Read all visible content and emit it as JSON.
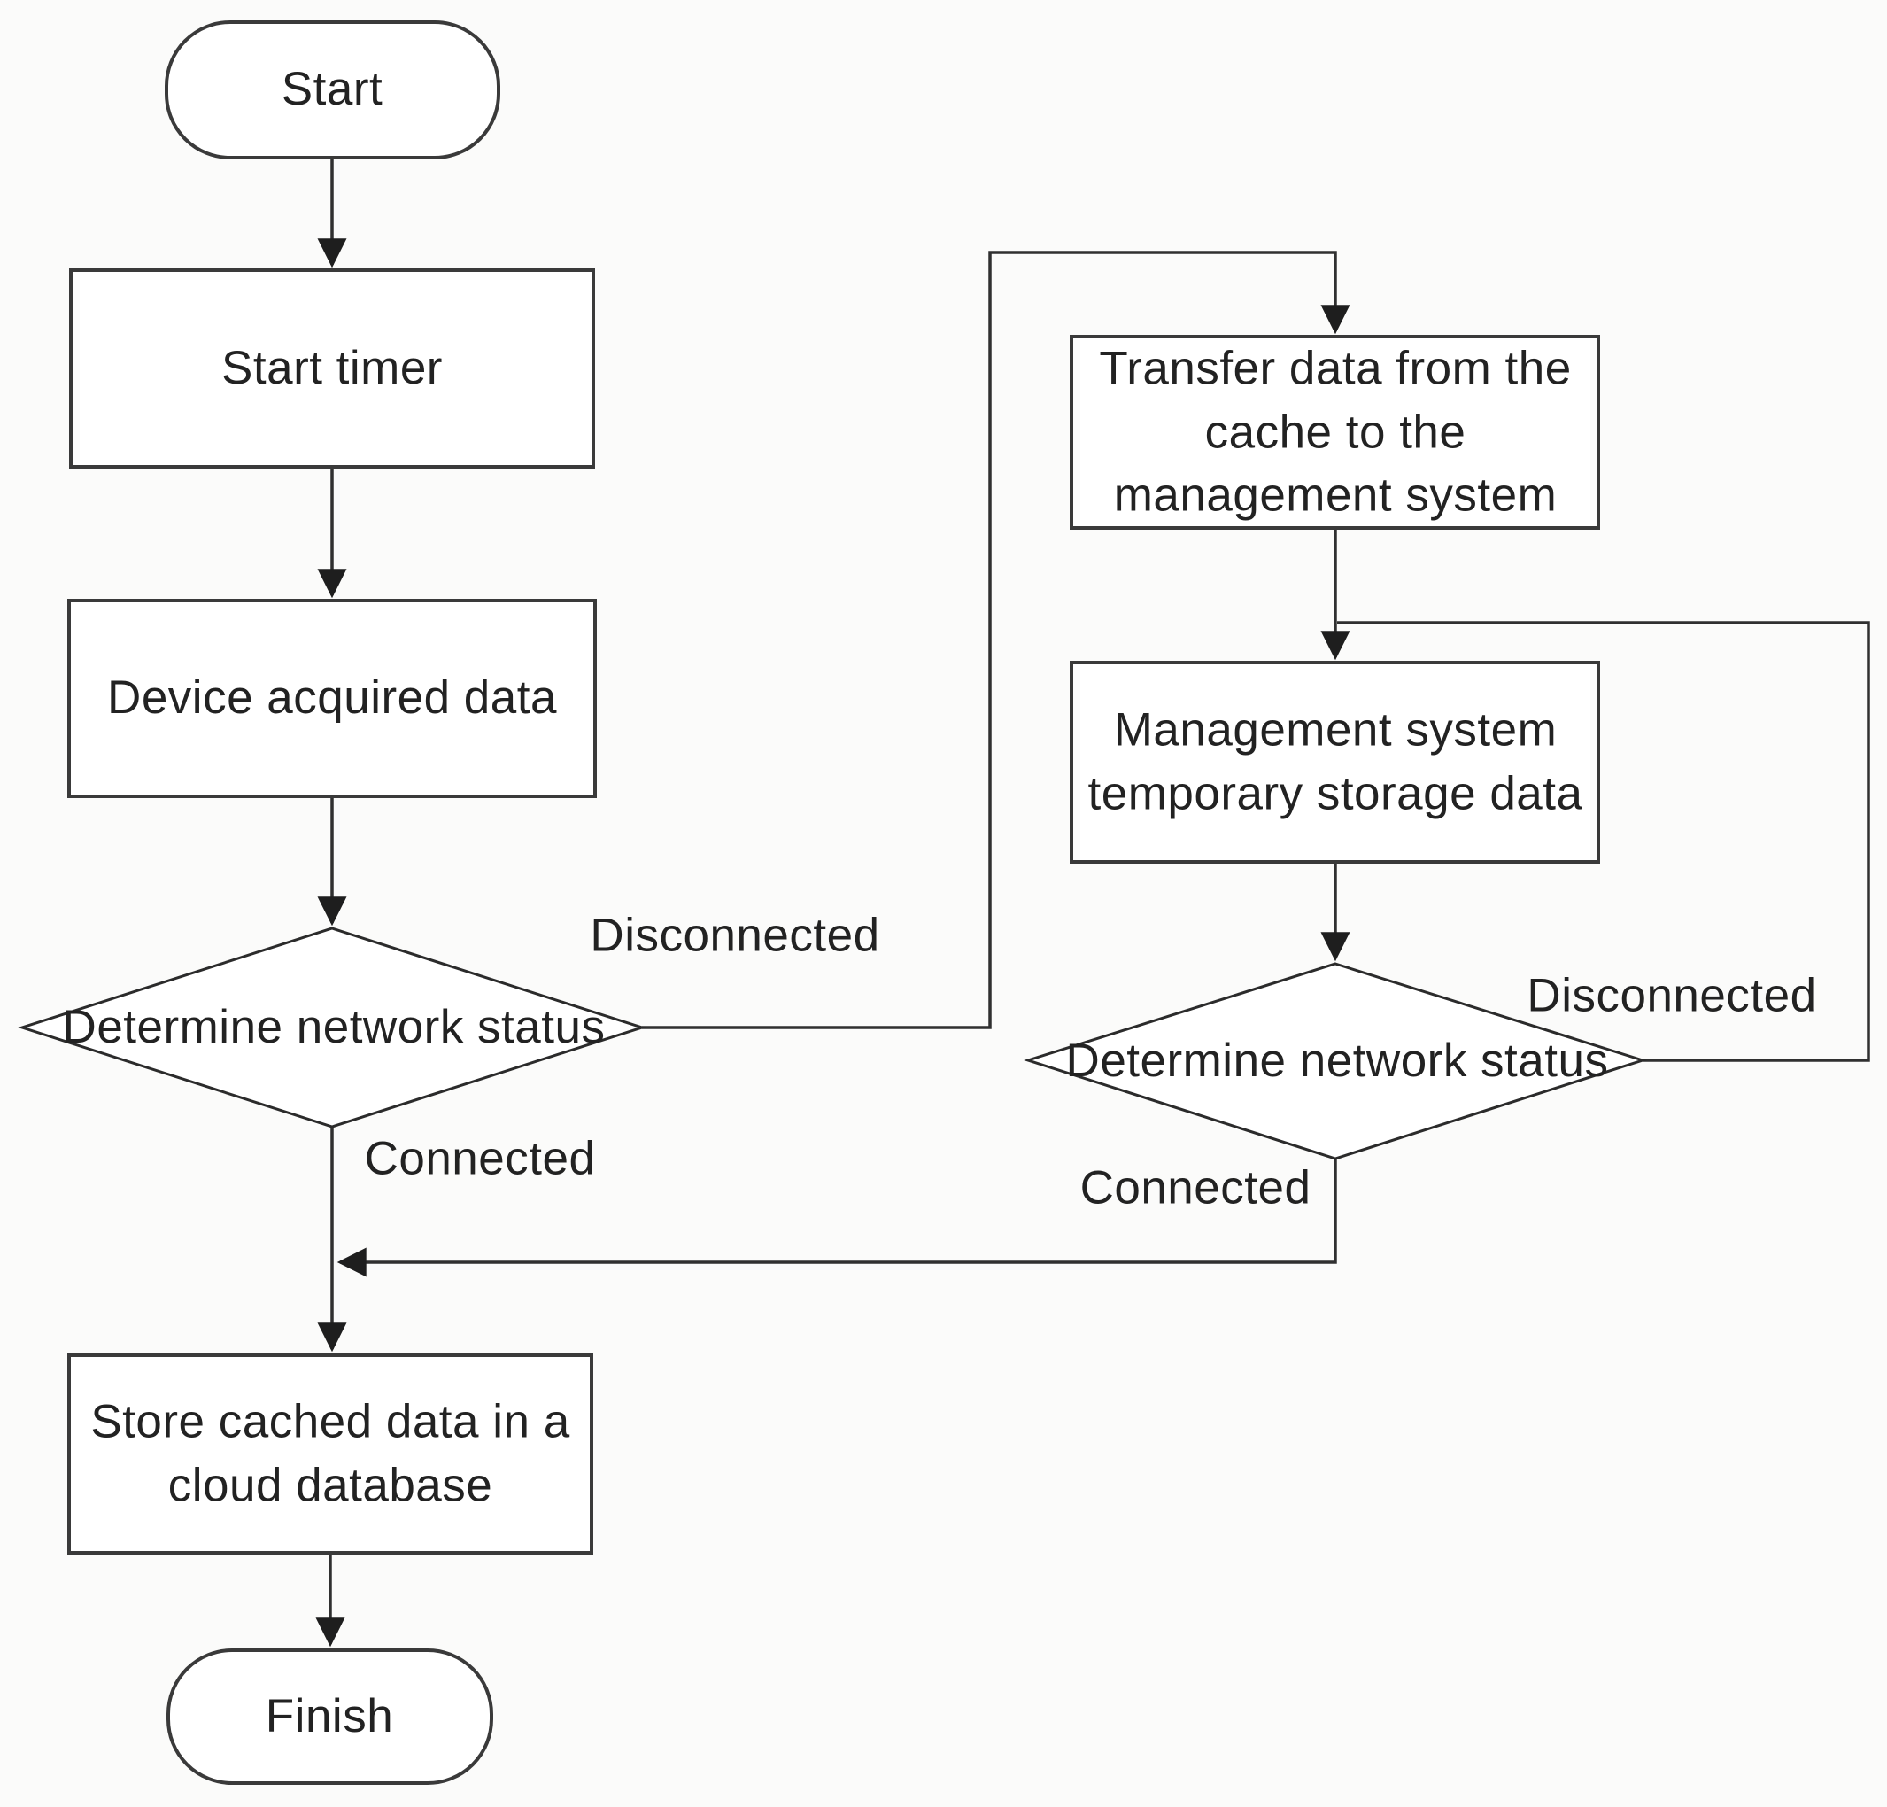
{
  "diagram": {
    "type": "flowchart",
    "background_color": "#fbfbfa",
    "line_color": "#3a3a3a",
    "text_color": "#222222",
    "nodes": {
      "start": {
        "type": "terminator",
        "label": "Start"
      },
      "start_timer": {
        "type": "process",
        "label": "Start timer"
      },
      "device_acquired": {
        "type": "process",
        "label": "Device acquired data"
      },
      "network_check_1": {
        "type": "decision",
        "label": "Determine network status"
      },
      "transfer_cache": {
        "type": "process",
        "label": "Transfer data from the\ncache to the\nmanagement system"
      },
      "mgmt_storage": {
        "type": "process",
        "label": "Management system\ntemporary storage data"
      },
      "network_check_2": {
        "type": "decision",
        "label": "Determine network status"
      },
      "store_cloud": {
        "type": "process",
        "label": "Store cached data in a\ncloud database"
      },
      "finish": {
        "type": "terminator",
        "label": "Finish"
      }
    },
    "edge_labels": {
      "disconnected_1": "Disconnected",
      "connected_1": "Connected",
      "disconnected_2": "Disconnected",
      "connected_2": "Connected"
    }
  }
}
